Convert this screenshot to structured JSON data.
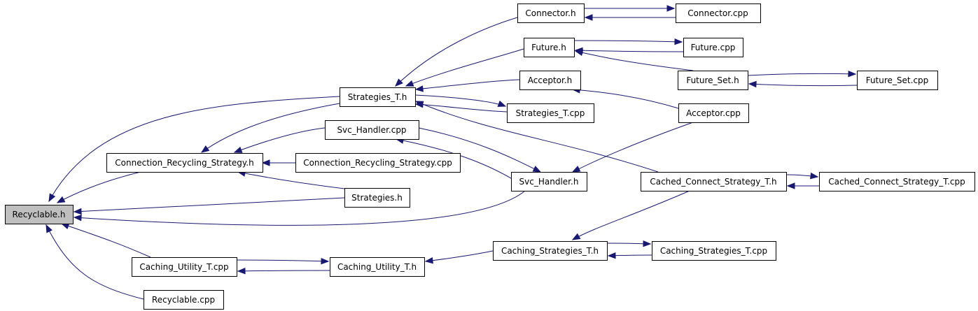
{
  "graph": {
    "edge_color": "#191970",
    "highlight_color": "#bfbfbf",
    "nodes": [
      {
        "id": "recyclable_h",
        "label": "Recyclable.h",
        "highlight": true
      },
      {
        "id": "connection_recycling_strategy_h",
        "label": "Connection_Recycling_Strategy.h"
      },
      {
        "id": "strategies_t_h",
        "label": "Strategies_T.h"
      },
      {
        "id": "svc_handler_cpp",
        "label": "Svc_Handler.cpp"
      },
      {
        "id": "connection_recycling_strategy_cpp",
        "label": "Connection_Recycling_Strategy.cpp"
      },
      {
        "id": "strategies_h",
        "label": "Strategies.h"
      },
      {
        "id": "svc_handler_h",
        "label": "Svc_Handler.h"
      },
      {
        "id": "caching_utility_t_cpp",
        "label": "Caching_Utility_T.cpp"
      },
      {
        "id": "caching_utility_t_h",
        "label": "Caching_Utility_T.h"
      },
      {
        "id": "recyclable_cpp",
        "label": "Recyclable.cpp"
      },
      {
        "id": "connector_h",
        "label": "Connector.h"
      },
      {
        "id": "connector_cpp",
        "label": "Connector.cpp"
      },
      {
        "id": "future_h",
        "label": "Future.h"
      },
      {
        "id": "future_cpp",
        "label": "Future.cpp"
      },
      {
        "id": "acceptor_h",
        "label": "Acceptor.h"
      },
      {
        "id": "strategies_t_cpp",
        "label": "Strategies_T.cpp"
      },
      {
        "id": "acceptor_cpp",
        "label": "Acceptor.cpp"
      },
      {
        "id": "future_set_h",
        "label": "Future_Set.h"
      },
      {
        "id": "future_set_cpp",
        "label": "Future_Set.cpp"
      },
      {
        "id": "cached_connect_strategy_t_h",
        "label": "Cached_Connect_Strategy_T.h"
      },
      {
        "id": "cached_connect_strategy_t_cpp",
        "label": "Cached_Connect_Strategy_T.cpp"
      },
      {
        "id": "caching_strategies_t_h",
        "label": "Caching_Strategies_T.h"
      },
      {
        "id": "caching_strategies_t_cpp",
        "label": "Caching_Strategies_T.cpp"
      }
    ],
    "edges": [
      {
        "from": "strategies_t_h",
        "to": "recyclable_h"
      },
      {
        "from": "connection_recycling_strategy_h",
        "to": "recyclable_h"
      },
      {
        "from": "strategies_h",
        "to": "recyclable_h"
      },
      {
        "from": "svc_handler_h",
        "to": "recyclable_h"
      },
      {
        "from": "caching_utility_t_cpp",
        "to": "recyclable_h"
      },
      {
        "from": "recyclable_cpp",
        "to": "recyclable_h"
      },
      {
        "from": "strategies_t_h",
        "to": "connection_recycling_strategy_h"
      },
      {
        "from": "svc_handler_cpp",
        "to": "connection_recycling_strategy_h"
      },
      {
        "from": "connection_recycling_strategy_cpp",
        "to": "connection_recycling_strategy_h"
      },
      {
        "from": "strategies_h",
        "to": "connection_recycling_strategy_h"
      },
      {
        "from": "connector_h",
        "to": "strategies_t_h"
      },
      {
        "from": "future_h",
        "to": "strategies_t_h"
      },
      {
        "from": "acceptor_h",
        "to": "strategies_t_h"
      },
      {
        "from": "strategies_t_cpp",
        "to": "strategies_t_h"
      },
      {
        "from": "strategies_t_h",
        "to": "strategies_t_cpp"
      },
      {
        "from": "cached_connect_strategy_t_h",
        "to": "strategies_t_h"
      },
      {
        "from": "connector_h",
        "to": "connector_cpp"
      },
      {
        "from": "connector_cpp",
        "to": "connector_h"
      },
      {
        "from": "future_h",
        "to": "future_cpp"
      },
      {
        "from": "future_cpp",
        "to": "future_h"
      },
      {
        "from": "future_set_h",
        "to": "future_h"
      },
      {
        "from": "future_set_h",
        "to": "future_set_cpp"
      },
      {
        "from": "future_set_cpp",
        "to": "future_set_h"
      },
      {
        "from": "acceptor_cpp",
        "to": "acceptor_h"
      },
      {
        "from": "svc_handler_cpp",
        "to": "svc_handler_h"
      },
      {
        "from": "svc_handler_h",
        "to": "svc_handler_cpp"
      },
      {
        "from": "acceptor_cpp",
        "to": "svc_handler_h"
      },
      {
        "from": "cached_connect_strategy_t_h",
        "to": "cached_connect_strategy_t_cpp"
      },
      {
        "from": "cached_connect_strategy_t_cpp",
        "to": "cached_connect_strategy_t_h"
      },
      {
        "from": "cached_connect_strategy_t_h",
        "to": "caching_strategies_t_h"
      },
      {
        "from": "caching_strategies_t_h",
        "to": "caching_strategies_t_cpp"
      },
      {
        "from": "caching_strategies_t_cpp",
        "to": "caching_strategies_t_h"
      },
      {
        "from": "caching_strategies_t_h",
        "to": "caching_utility_t_h"
      },
      {
        "from": "caching_utility_t_cpp",
        "to": "caching_utility_t_h"
      },
      {
        "from": "caching_utility_t_h",
        "to": "caching_utility_t_cpp"
      }
    ]
  }
}
